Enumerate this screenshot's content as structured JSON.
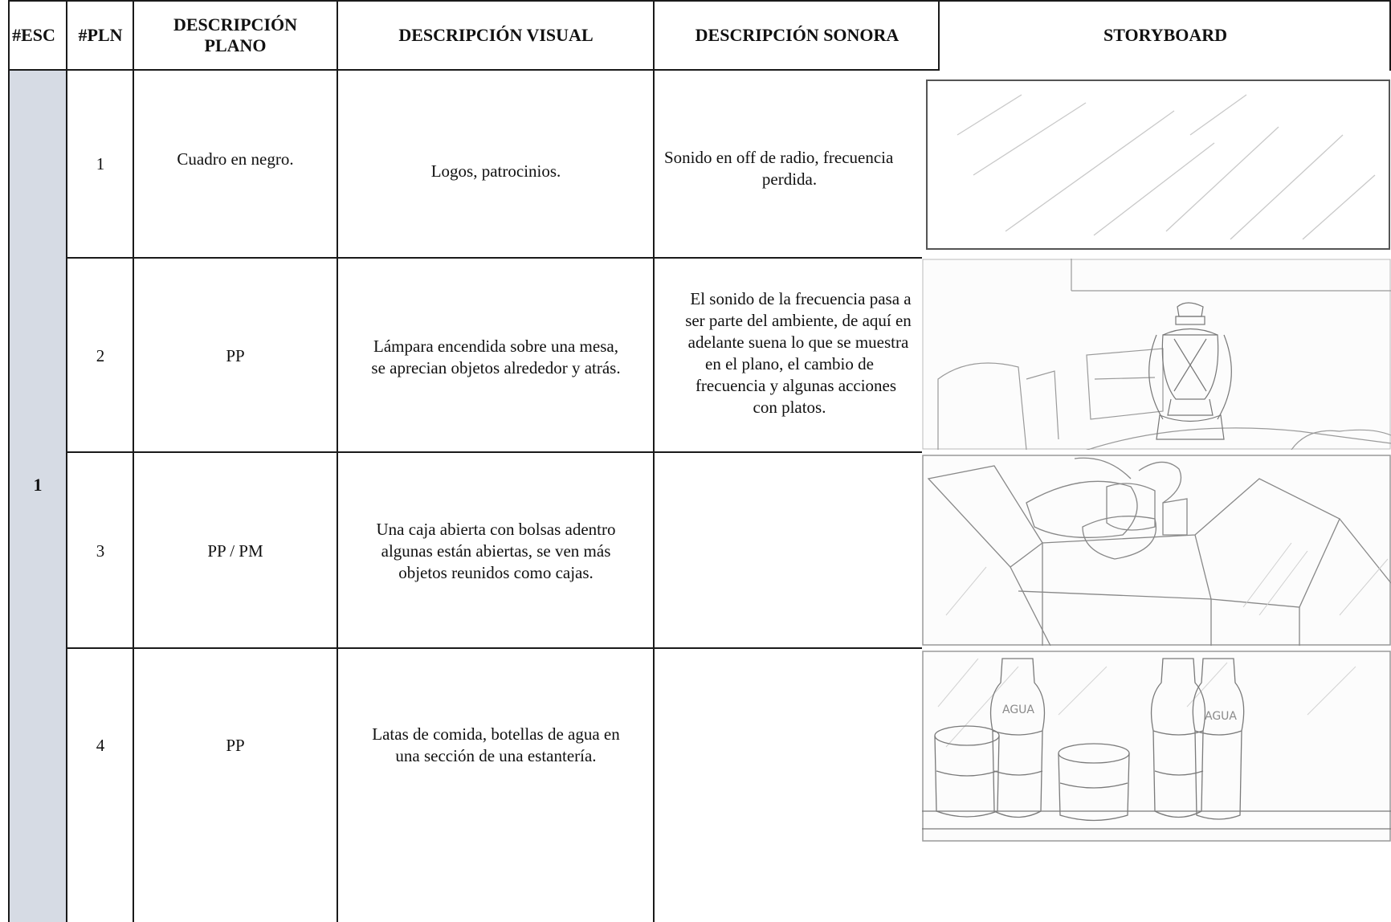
{
  "headers": {
    "esc": "#ESC",
    "pln": "#PLN",
    "plano_line1": "DESCRIPCIÓN",
    "plano_line2": "PLANO",
    "visual": "DESCRIPCIÓN VISUAL",
    "sonora": "DESCRIPCIÓN SONORA",
    "storyboard": "STORYBOARD"
  },
  "scene": {
    "number": "1"
  },
  "rows": [
    {
      "pln": "1",
      "plano": "Cuadro en negro.",
      "visual": [
        "Logos, patrocinios."
      ],
      "sonora": [
        "Sonido en off de radio, frecuencia",
        "perdida."
      ],
      "storyboard_icon": "blank-frame-sketch-icon"
    },
    {
      "pln": "2",
      "plano": "PP",
      "visual": [
        "Lámpara encendida sobre una mesa,",
        "se aprecian objetos alrededor y atrás."
      ],
      "sonora": [
        "El sonido de la frecuencia pasa a",
        "ser parte del ambiente, de aquí en",
        "adelante suena lo que se muestra",
        "en el plano, el cambio de",
        "frecuencia y algunas acciones",
        "con platos."
      ],
      "storyboard_icon": "oil-lamp-sketch-icon"
    },
    {
      "pln": "3",
      "plano": "PP / PM",
      "visual": [
        "Una caja abierta con bolsas adentro",
        "algunas están abiertas, se ven más",
        "objetos reunidos como cajas."
      ],
      "sonora": [],
      "storyboard_icon": "open-box-sketch-icon"
    },
    {
      "pln": "4",
      "plano": "PP",
      "visual": [
        "Latas de comida, botellas de agua en",
        "una sección de una estantería."
      ],
      "sonora": [],
      "storyboard_icon": "cans-bottles-sketch-icon",
      "storyboard_labels": [
        "AGUA",
        "AGUA"
      ]
    }
  ]
}
